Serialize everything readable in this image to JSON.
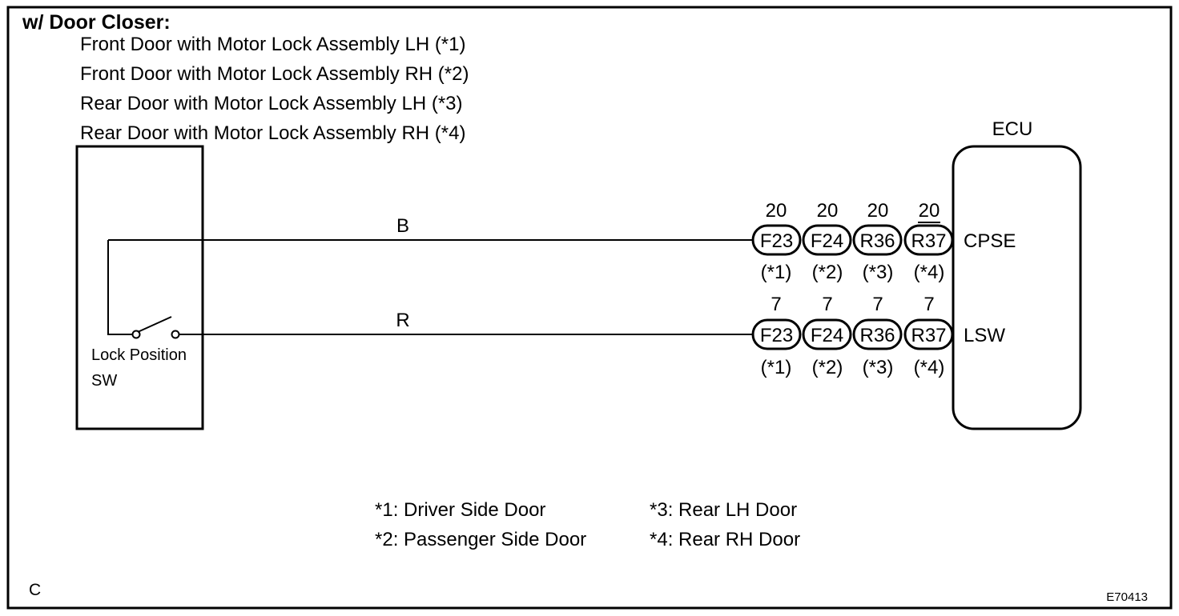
{
  "header": {
    "title": "w/ Door Closer:",
    "assemblies": [
      "Front Door with Motor Lock Assembly LH (*1)",
      "Front Door with Motor Lock Assembly RH (*2)",
      "Rear Door with Motor Lock Assembly LH (*3)",
      "Rear Door with Motor Lock Assembly RH (*4)"
    ]
  },
  "switch": {
    "label_line1": "Lock Position",
    "label_line2": "SW"
  },
  "ecu": {
    "label": "ECU",
    "terminals": [
      "CPSE",
      "LSW"
    ]
  },
  "wires": {
    "top_color": "B",
    "bottom_color": "R"
  },
  "connector_rows": [
    {
      "pins": [
        "20",
        "20",
        "20",
        "20"
      ],
      "connectors": [
        "F23",
        "F24",
        "R36",
        "R37"
      ],
      "notes": [
        "(*1)",
        "(*2)",
        "(*3)",
        "(*4)"
      ]
    },
    {
      "pins": [
        "7",
        "7",
        "7",
        "7"
      ],
      "connectors": [
        "F23",
        "F24",
        "R36",
        "R37"
      ],
      "notes": [
        "(*1)",
        "(*2)",
        "(*3)",
        "(*4)"
      ]
    }
  ],
  "legend": {
    "left": [
      "*1: Driver Side Door",
      "*2: Passenger Side Door"
    ],
    "right": [
      "*3: Rear LH Door",
      "*4: Rear RH Door"
    ]
  },
  "corner_code": "C",
  "figure_id": "E70413"
}
